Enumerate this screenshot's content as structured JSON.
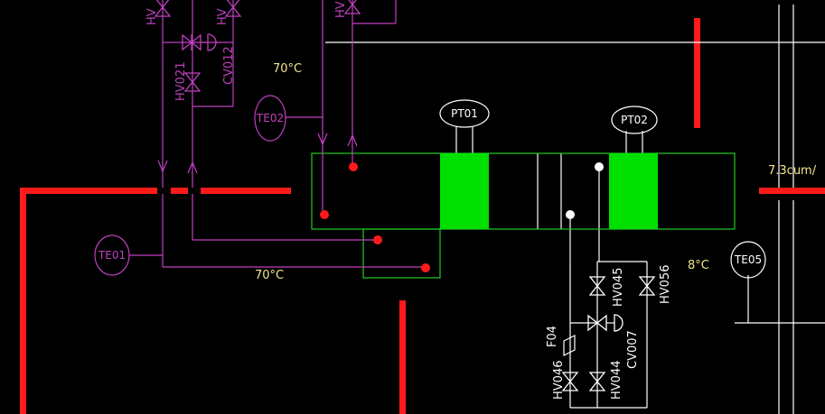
{
  "colors": {
    "background": "#000000",
    "process_line": "#c040c0",
    "cold_line": "#ffffff",
    "wall": "#ff1a1a",
    "coil": "#00e000",
    "ahu_outline": "#22cc22",
    "temperature_text": "#f0e68c"
  },
  "valves": {
    "hv_top_left_1": "HV",
    "hv_top_left_2": "HV",
    "hv_top_mid": "HV",
    "hv021": "HV021",
    "cv012": "CV012",
    "hv045": "HV045",
    "hv056": "HV056",
    "cv007": "CV007",
    "hv044": "HV044",
    "hv046": "HV046",
    "f04": "F04"
  },
  "instruments": {
    "te02": "TE02",
    "te01": "TE01",
    "pt01": "PT01",
    "pt02": "PT02",
    "te05": "TE05"
  },
  "readouts": {
    "temp_supply_top": "70°C",
    "temp_supply_bottom": "70°C",
    "temp_chilled": "8°C",
    "airflow": "7.3cum/"
  }
}
